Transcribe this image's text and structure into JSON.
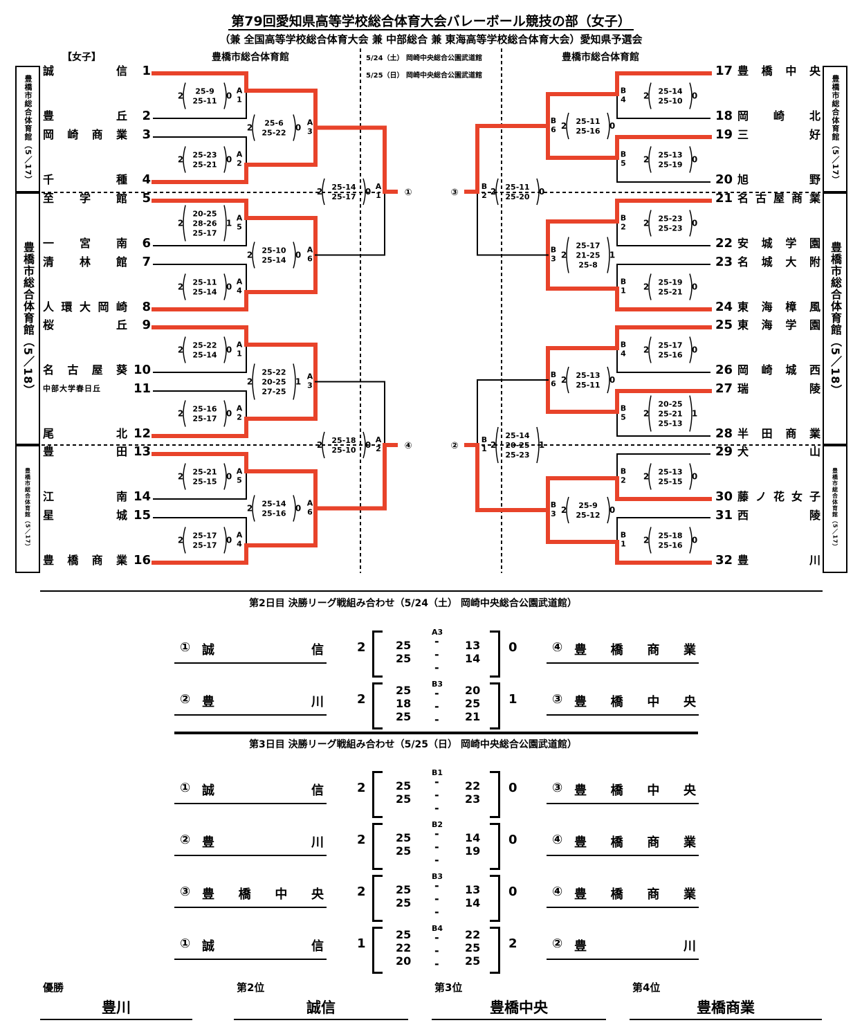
{
  "title": "第79回愛知県高等学校総合体育大会バレーボール競技の部（女子）",
  "subtitle": "（兼 全国高等学校総合体育大会 兼 中部総合 兼 東海高等学校総合体育大会）愛知県予選会",
  "category": "【女子】",
  "venue_left": "豊橋市総合体育館",
  "venue_right": "豊橋市総合体育館",
  "schedule": [
    "5/24（土） 岡崎中央総合公園武道館",
    "5/25（日） 岡崎中央総合公園武道館"
  ],
  "side_boxes": {
    "left": [
      "豊橋市総合体育館（5／17）",
      "豊橋市総合体育館（5／18）",
      "豊橋市総合体育館（5／17）"
    ],
    "right": [
      "豊橋市総合体育館（5／17）",
      "豊橋市総合体育館（5／18）",
      "豊橋市総合体育館（5／17）"
    ]
  },
  "teams_left": [
    {
      "seed": "1",
      "name": "誠信"
    },
    {
      "seed": "2",
      "name": "豊丘"
    },
    {
      "seed": "3",
      "name": "岡崎商業"
    },
    {
      "seed": "4",
      "name": "千種"
    },
    {
      "seed": "5",
      "name": "至学館"
    },
    {
      "seed": "6",
      "name": "一宮南"
    },
    {
      "seed": "7",
      "name": "清林館"
    },
    {
      "seed": "8",
      "name": "人環大岡崎"
    },
    {
      "seed": "9",
      "name": "桜丘"
    },
    {
      "seed": "10",
      "name": "名古屋葵"
    },
    {
      "seed": "11",
      "name": "中部大学春日丘"
    },
    {
      "seed": "12",
      "name": "尾北"
    },
    {
      "seed": "13",
      "name": "豊田"
    },
    {
      "seed": "14",
      "name": "江南"
    },
    {
      "seed": "15",
      "name": "星城"
    },
    {
      "seed": "16",
      "name": "豊橋商業"
    }
  ],
  "teams_right": [
    {
      "seed": "17",
      "name": "豊橋中央"
    },
    {
      "seed": "18",
      "name": "岡崎北"
    },
    {
      "seed": "19",
      "name": "三好"
    },
    {
      "seed": "20",
      "name": "旭野"
    },
    {
      "seed": "21",
      "name": "名古屋商業"
    },
    {
      "seed": "22",
      "name": "安城学園"
    },
    {
      "seed": "23",
      "name": "名城大附"
    },
    {
      "seed": "24",
      "name": "東海樟風"
    },
    {
      "seed": "25",
      "name": "東海学園"
    },
    {
      "seed": "26",
      "name": "岡崎城西"
    },
    {
      "seed": "27",
      "name": "瑞陵"
    },
    {
      "seed": "28",
      "name": "半田商業"
    },
    {
      "seed": "29",
      "name": "犬山"
    },
    {
      "seed": "30",
      "name": "藤ノ花女子"
    },
    {
      "seed": "31",
      "name": "西陵"
    },
    {
      "seed": "32",
      "name": "豊川"
    }
  ],
  "matches_left": [
    {
      "code": "A1",
      "sets_a": "2",
      "sets_b": "0",
      "scores": [
        "25-9",
        "25-11"
      ]
    },
    {
      "code": "A2",
      "sets_a": "2",
      "sets_b": "0",
      "scores": [
        "25-23",
        "25-21"
      ]
    },
    {
      "code": "A5",
      "sets_a": "2",
      "sets_b": "1",
      "scores": [
        "20-25",
        "28-26",
        "25-17"
      ]
    },
    {
      "code": "A4",
      "sets_a": "2",
      "sets_b": "0",
      "scores": [
        "25-11",
        "25-14"
      ]
    },
    {
      "code": "A1",
      "sets_a": "2",
      "sets_b": "0",
      "scores": [
        "25-22",
        "25-14"
      ]
    },
    {
      "code": "A2",
      "sets_a": "2",
      "sets_b": "0",
      "scores": [
        "25-16",
        "25-17"
      ]
    },
    {
      "code": "A5",
      "sets_a": "2",
      "sets_b": "0",
      "scores": [
        "25-21",
        "25-15"
      ]
    },
    {
      "code": "A4",
      "sets_a": "2",
      "sets_b": "0",
      "scores": [
        "25-17",
        "25-17"
      ]
    },
    {
      "code": "A3",
      "sets_a": "2",
      "sets_b": "0",
      "scores": [
        "25-6",
        "25-22"
      ]
    },
    {
      "code": "A6",
      "sets_a": "2",
      "sets_b": "0",
      "scores": [
        "25-10",
        "25-14"
      ]
    },
    {
      "code": "A3",
      "sets_a": "2",
      "sets_b": "1",
      "scores": [
        "25-22",
        "20-25",
        "27-25"
      ]
    },
    {
      "code": "A6",
      "sets_a": "2",
      "sets_b": "0",
      "scores": [
        "25-14",
        "25-16"
      ]
    },
    {
      "code": "A1",
      "sets_a": "2",
      "sets_b": "0",
      "scores": [
        "25-14",
        "25-17"
      ]
    },
    {
      "code": "A2",
      "sets_a": "2",
      "sets_b": "0",
      "scores": [
        "25-18",
        "25-10"
      ]
    }
  ],
  "matches_right": [
    {
      "code": "B4",
      "sets_a": "2",
      "sets_b": "0",
      "scores": [
        "25-14",
        "25-10"
      ]
    },
    {
      "code": "B5",
      "sets_a": "2",
      "sets_b": "0",
      "scores": [
        "25-13",
        "25-19"
      ]
    },
    {
      "code": "B2",
      "sets_a": "2",
      "sets_b": "0",
      "scores": [
        "25-23",
        "25-23"
      ]
    },
    {
      "code": "B1",
      "sets_a": "2",
      "sets_b": "0",
      "scores": [
        "25-19",
        "25-21"
      ]
    },
    {
      "code": "B4",
      "sets_a": "2",
      "sets_b": "0",
      "scores": [
        "25-17",
        "25-16"
      ]
    },
    {
      "code": "B5",
      "sets_a": "2",
      "sets_b": "1",
      "scores": [
        "20-25",
        "25-21",
        "25-13"
      ]
    },
    {
      "code": "B2",
      "sets_a": "2",
      "sets_b": "0",
      "scores": [
        "25-13",
        "25-15"
      ]
    },
    {
      "code": "B1",
      "sets_a": "2",
      "sets_b": "0",
      "scores": [
        "25-18",
        "25-16"
      ]
    },
    {
      "code": "B6",
      "sets_a": "2",
      "sets_b": "0",
      "scores": [
        "25-11",
        "25-16"
      ]
    },
    {
      "code": "B3",
      "sets_a": "2",
      "sets_b": "1",
      "scores": [
        "25-17",
        "21-25",
        "25-8"
      ]
    },
    {
      "code": "B6",
      "sets_a": "2",
      "sets_b": "0",
      "scores": [
        "25-13",
        "25-11"
      ]
    },
    {
      "code": "B3",
      "sets_a": "2",
      "sets_b": "0",
      "scores": [
        "25-9",
        "25-12"
      ]
    },
    {
      "code": "B2",
      "sets_a": "2",
      "sets_b": "0",
      "scores": [
        "25-11",
        "25-20"
      ]
    },
    {
      "code": "B1",
      "sets_a": "2",
      "sets_b": "1",
      "scores": [
        "25-14",
        "20-25",
        "25-23"
      ]
    }
  ],
  "block_marks": {
    "left_top": "①",
    "left_bottom": "④",
    "right_top": "③",
    "right_bottom": "②"
  },
  "day2": {
    "header": "第2日目 決勝リーグ戦組み合わせ（5/24（土） 岡崎中央総合公園武道館）",
    "games": [
      {
        "code": "A3",
        "left_mark": "①",
        "left_team": "誠信",
        "left_sets": "2",
        "scores_a": [
          "25",
          "25"
        ],
        "scores_b": [
          "13",
          "14"
        ],
        "right_sets": "0",
        "right_mark": "④",
        "right_team": "豊橋商業"
      },
      {
        "code": "B3",
        "left_mark": "②",
        "left_team": "豊川",
        "left_sets": "2",
        "scores_a": [
          "25",
          "18",
          "25"
        ],
        "scores_b": [
          "20",
          "25",
          "21"
        ],
        "right_sets": "1",
        "right_mark": "③",
        "right_team": "豊橋中央"
      }
    ]
  },
  "day3": {
    "header": "第3日目 決勝リーグ戦組み合わせ（5/25（日） 岡崎中央総合公園武道館）",
    "games": [
      {
        "code": "B1",
        "left_mark": "①",
        "left_team": "誠信",
        "left_sets": "2",
        "scores_a": [
          "25",
          "25"
        ],
        "scores_b": [
          "22",
          "23"
        ],
        "right_sets": "0",
        "right_mark": "③",
        "right_team": "豊橋中央"
      },
      {
        "code": "B2",
        "left_mark": "②",
        "left_team": "豊川",
        "left_sets": "2",
        "scores_a": [
          "25",
          "25"
        ],
        "scores_b": [
          "14",
          "19"
        ],
        "right_sets": "0",
        "right_mark": "④",
        "right_team": "豊橋商業"
      },
      {
        "code": "B3",
        "left_mark": "③",
        "left_team": "豊橋中央",
        "left_sets": "2",
        "scores_a": [
          "25",
          "25"
        ],
        "scores_b": [
          "13",
          "14"
        ],
        "right_sets": "0",
        "right_mark": "④",
        "right_team": "豊橋商業"
      },
      {
        "code": "B4",
        "left_mark": "①",
        "left_team": "誠信",
        "left_sets": "1",
        "scores_a": [
          "25",
          "22",
          "20"
        ],
        "scores_b": [
          "22",
          "25",
          "25"
        ],
        "right_sets": "2",
        "right_mark": "②",
        "right_team": "豊川"
      }
    ]
  },
  "rankings": [
    {
      "label": "優勝",
      "team": "豊川"
    },
    {
      "label": "第2位",
      "team": "誠信"
    },
    {
      "label": "第3位",
      "team": "豊橋中央"
    },
    {
      "label": "第4位",
      "team": "豊橋商業"
    }
  ],
  "colors": {
    "winner_line": "#E8432A",
    "line": "#000000"
  }
}
